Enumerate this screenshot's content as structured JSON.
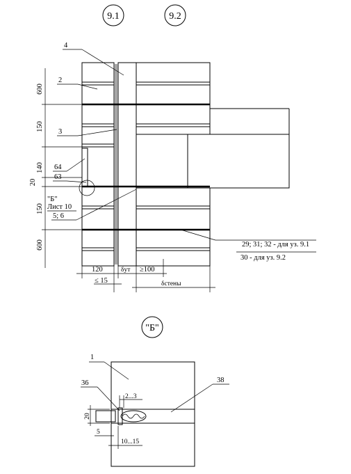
{
  "markers": {
    "top_left": "9.1",
    "top_right": "9.2",
    "detail": "\"Б\""
  },
  "dimensions_left": {
    "d1": "600",
    "d2": "150",
    "d3": "140",
    "d4": "20",
    "d5": "150",
    "d6": "600"
  },
  "dimensions_bottom": {
    "brick": "120",
    "insulation": "δут",
    "anchor": "≥100",
    "gap": "≤ 15",
    "wall": "δстены"
  },
  "callouts": {
    "c4": "4",
    "c2": "2",
    "c3": "3",
    "c64": "64",
    "c63": "63",
    "ref_b": "\"Б\"",
    "ref_sheet": "Лист 10",
    "c56": "5; 6",
    "note1": "29; 31; 32 - для уз. 9.1",
    "note2": "30 - для уз. 9.2"
  },
  "detail_callouts": {
    "c1": "1",
    "c36": "36",
    "c38": "38",
    "d23": "2...3",
    "d20": "20",
    "d5": "5",
    "d1015": "10...15"
  }
}
